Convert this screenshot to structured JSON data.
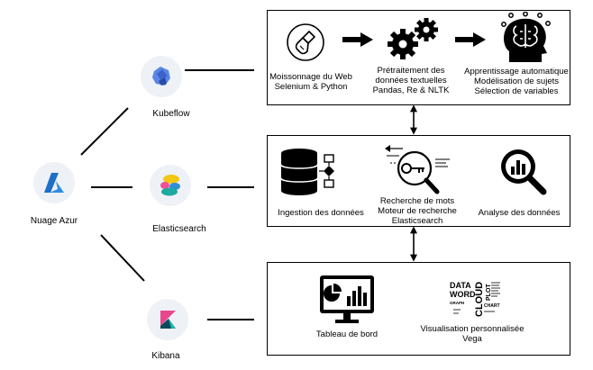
{
  "left": {
    "azure_label": "Nuage Azur",
    "kubeflow_label": "Kubeflow",
    "elasticsearch_label": "Elasticsearch",
    "kibana_label": "Kibana"
  },
  "box1": {
    "step1": [
      "Moissonnage du Web",
      "Selenium & Python"
    ],
    "step2": [
      "Prétraitement des",
      "données textuelles",
      "Pandas, Re & NLTK"
    ],
    "step3": [
      "Apprentissage automatique",
      "Modélisation de sujets",
      "Sélection de variables"
    ]
  },
  "box2": {
    "step1": [
      "Ingestion des données"
    ],
    "step2": [
      "Recherche de mots",
      "Moteur de recherche",
      "Elasticsearch"
    ],
    "step3": [
      "Analyse des données"
    ]
  },
  "box3": {
    "step1": [
      "Tableau de bord"
    ],
    "step2": [
      "Visualisation personnalisée",
      "Vega"
    ]
  },
  "wordcloud_words": [
    "DATA",
    "WORD",
    "CLOUD",
    "PLOT",
    "GRAPH",
    "CHART"
  ],
  "colors": {
    "azure_blue": "#1e6fc8",
    "kubeflow_blue": "#3b63c9",
    "kibana_pink": "#e8488b",
    "elastic_yellow": "#f3c614",
    "elastic_teal": "#1ba9a1",
    "elastic_blue": "#2d8fd6",
    "elastic_pink": "#ef5097",
    "circle_bg": "#eef1f6"
  },
  "icons": [
    "azure-logo-icon",
    "kubeflow-logo-icon",
    "elasticsearch-logo-icon",
    "kibana-logo-icon",
    "web-scraper-icon",
    "gears-icon",
    "brain-icon",
    "database-icon",
    "search-key-icon",
    "analytics-magnifier-icon",
    "dashboard-monitor-icon",
    "word-cloud-icon"
  ]
}
